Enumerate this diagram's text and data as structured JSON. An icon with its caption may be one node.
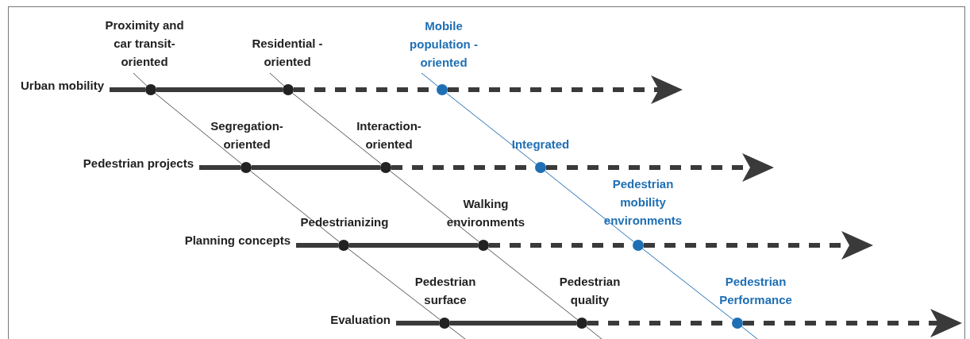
{
  "diagram": {
    "nodes": [
      {
        "text": [
          "Urban mobility"
        ]
      },
      {
        "text": [
          "Proximity and car transit-oriented"
        ]
      },
      {
        "text": [
          "Residential - oriented"
        ]
      },
      {
        "text": [
          "Mobile population - oriented"
        ]
      },
      {
        "text": [
          "Pedestrian projects"
        ]
      },
      {
        "text": [
          "Segregation-oriented"
        ]
      },
      {
        "text": [
          "Interaction-oriented"
        ]
      },
      {
        "text": [
          "Integrated"
        ]
      },
      {
        "text": [
          "Planning concepts"
        ]
      },
      {
        "text": [
          "Pedestrianizing"
        ]
      },
      {
        "text": [
          "Walking environments"
        ]
      },
      {
        "text": [
          "Pedestrian mobility environments"
        ]
      },
      {
        "text": [
          "Evaluation"
        ]
      },
      {
        "text": [
          "Pedestrian surface"
        ]
      },
      {
        "text": [
          "Pedestrian quality"
        ]
      },
      {
        "text": [
          "Pedestrian Performance"
        ]
      }
    ],
    "edges": [
      {
        "from": 0,
        "to": 1,
        "arrow": "none"
      },
      {
        "from": 1,
        "to": 2,
        "arrow": "none"
      },
      {
        "from": 2,
        "to": 3,
        "arrow": "none",
        "style": "dashed"
      },
      {
        "from": 3,
        "to": null,
        "arrow": "to",
        "style": "dashed"
      },
      {
        "from": 4,
        "to": 5,
        "arrow": "none"
      },
      {
        "from": 5,
        "to": 6,
        "arrow": "none"
      },
      {
        "from": 6,
        "to": 7,
        "arrow": "none",
        "style": "dashed"
      },
      {
        "from": 7,
        "to": null,
        "arrow": "to",
        "style": "dashed"
      },
      {
        "from": 8,
        "to": 9,
        "arrow": "none"
      },
      {
        "from": 9,
        "to": 10,
        "arrow": "none"
      },
      {
        "from": 10,
        "to": 11,
        "arrow": "none",
        "style": "dashed"
      },
      {
        "from": 11,
        "to": null,
        "arrow": "to",
        "style": "dashed"
      },
      {
        "from": 12,
        "to": 13,
        "arrow": "none"
      },
      {
        "from": 13,
        "to": 14,
        "arrow": "none"
      },
      {
        "from": 14,
        "to": 15,
        "arrow": "none",
        "style": "dashed"
      },
      {
        "from": 15,
        "to": null,
        "arrow": "to",
        "style": "dashed"
      },
      {
        "from": null,
        "to": 1,
        "arrow": "none"
      },
      {
        "from": 1,
        "to": 5,
        "arrow": "none"
      },
      {
        "from": 5,
        "to": 9,
        "arrow": "none"
      },
      {
        "from": 9,
        "to": 13,
        "arrow": "none"
      },
      {
        "from": 13,
        "to": null,
        "arrow": "none"
      },
      {
        "from": null,
        "to": 2,
        "arrow": "none"
      },
      {
        "from": 2,
        "to": 6,
        "arrow": "none"
      },
      {
        "from": 6,
        "to": 10,
        "arrow": "none"
      },
      {
        "from": 10,
        "to": 14,
        "arrow": "none"
      },
      {
        "from": 14,
        "to": null,
        "arrow": "none"
      },
      {
        "from": null,
        "to": 3,
        "arrow": "none",
        "color": "#1f6fb5"
      },
      {
        "from": 3,
        "to": 7,
        "arrow": "none",
        "color": "#1f6fb5"
      },
      {
        "from": 7,
        "to": 11,
        "arrow": "none",
        "color": "#1f6fb5"
      },
      {
        "from": 11,
        "to": 15,
        "arrow": "none",
        "color": "#1f6fb5"
      },
      {
        "from": 15,
        "to": null,
        "arrow": "none",
        "color": "#1f6fb5"
      }
    ]
  }
}
